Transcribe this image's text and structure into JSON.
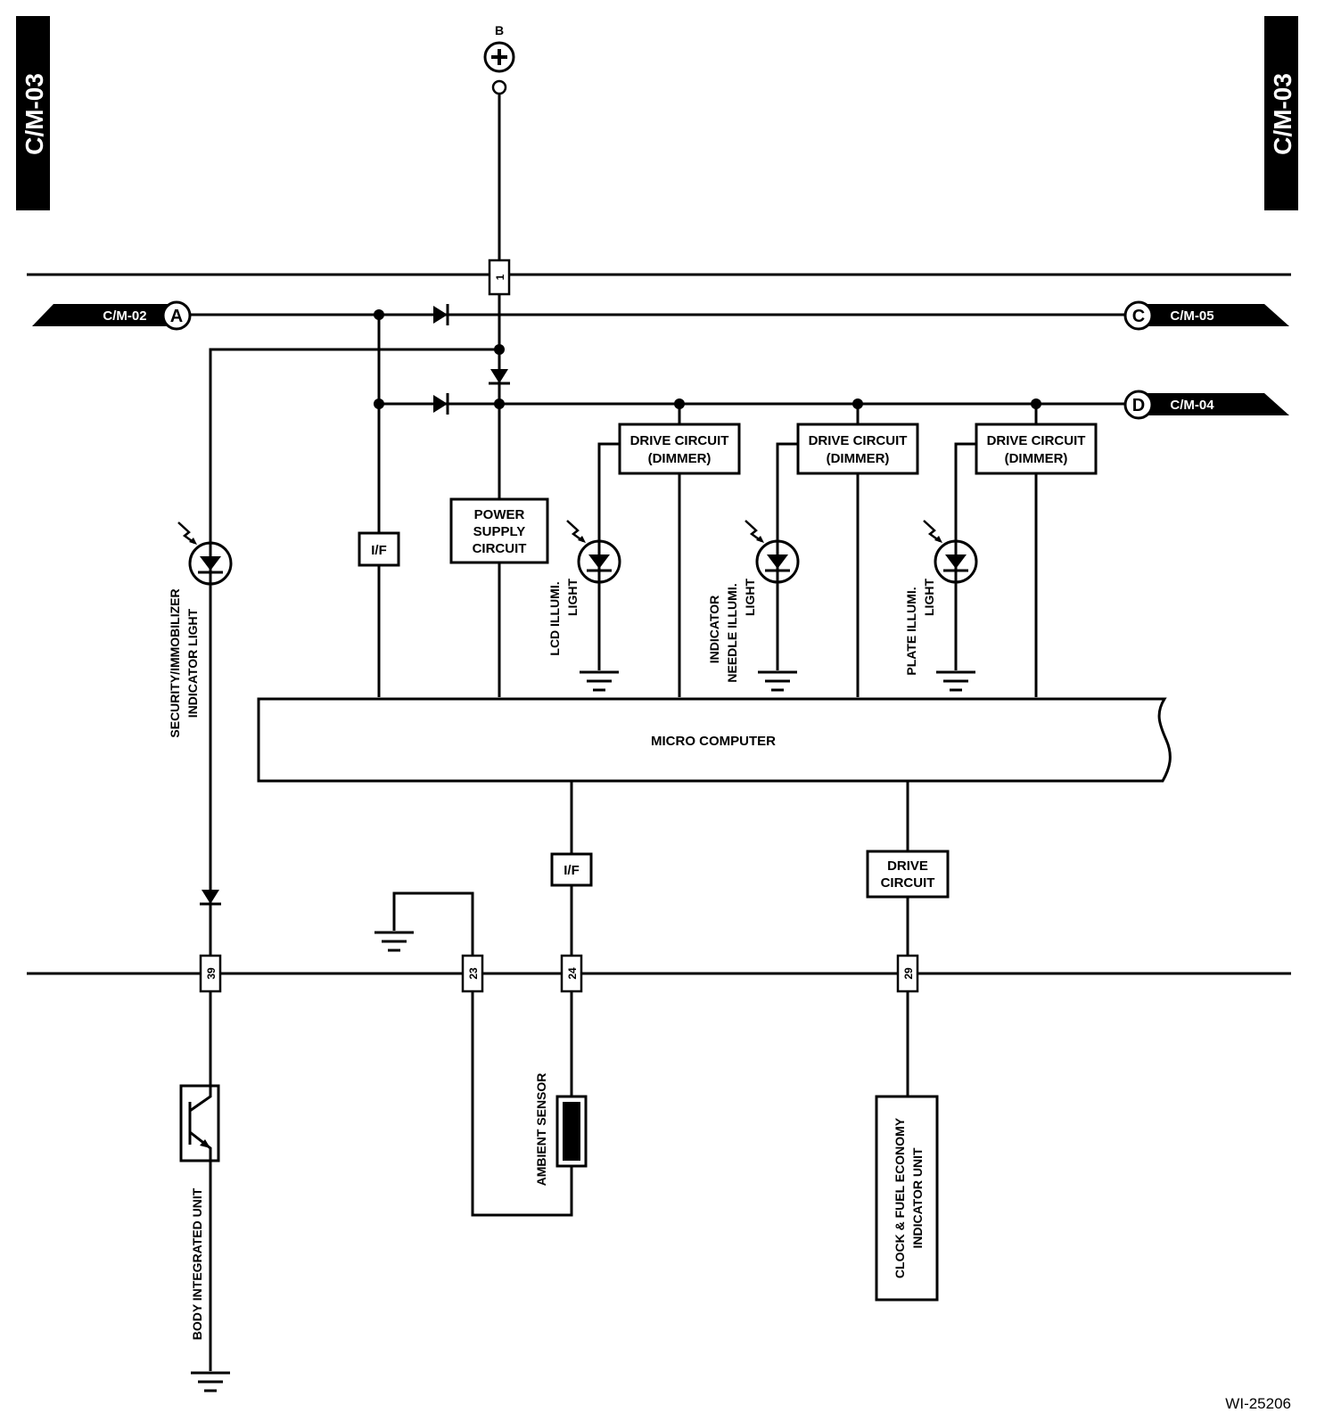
{
  "page_tabs": {
    "left": "C/M-03",
    "right": "C/M-03"
  },
  "power": {
    "label": "B"
  },
  "connectors": {
    "a": {
      "letter": "A",
      "label": "C/M-02"
    },
    "c": {
      "letter": "C",
      "label": "C/M-05"
    },
    "d": {
      "letter": "D",
      "label": "C/M-04"
    }
  },
  "terminals": {
    "t1": "1",
    "t39": "39",
    "t23": "23",
    "t24": "24",
    "t29": "29"
  },
  "blocks": {
    "if_upper": "I/F",
    "power_supply": [
      "POWER",
      "SUPPLY",
      "CIRCUIT"
    ],
    "drive_dimmer_1": [
      "DRIVE CIRCUIT",
      "(DIMMER)"
    ],
    "drive_dimmer_2": [
      "DRIVE CIRCUIT",
      "(DIMMER)"
    ],
    "drive_dimmer_3": [
      "DRIVE CIRCUIT",
      "(DIMMER)"
    ],
    "micro_computer": "MICRO COMPUTER",
    "if_lower": "I/F",
    "drive_circuit": [
      "DRIVE",
      "CIRCUIT"
    ]
  },
  "lights": {
    "security": [
      "SECURITY/IMMOBILIZER",
      "INDICATOR LIGHT"
    ],
    "lcd": [
      "LCD ILLUMI.",
      "LIGHT"
    ],
    "needle": [
      "INDICATOR",
      "NEEDLE ILLUMI.",
      "LIGHT"
    ],
    "plate": [
      "PLATE ILLUMI.",
      "LIGHT"
    ]
  },
  "devices": {
    "body_unit": "BODY INTEGRATED UNIT",
    "ambient": "AMBIENT SENSOR",
    "clock": [
      "CLOCK & FUEL ECONOMY",
      "INDICATOR UNIT"
    ]
  },
  "reference": "WI-25206"
}
